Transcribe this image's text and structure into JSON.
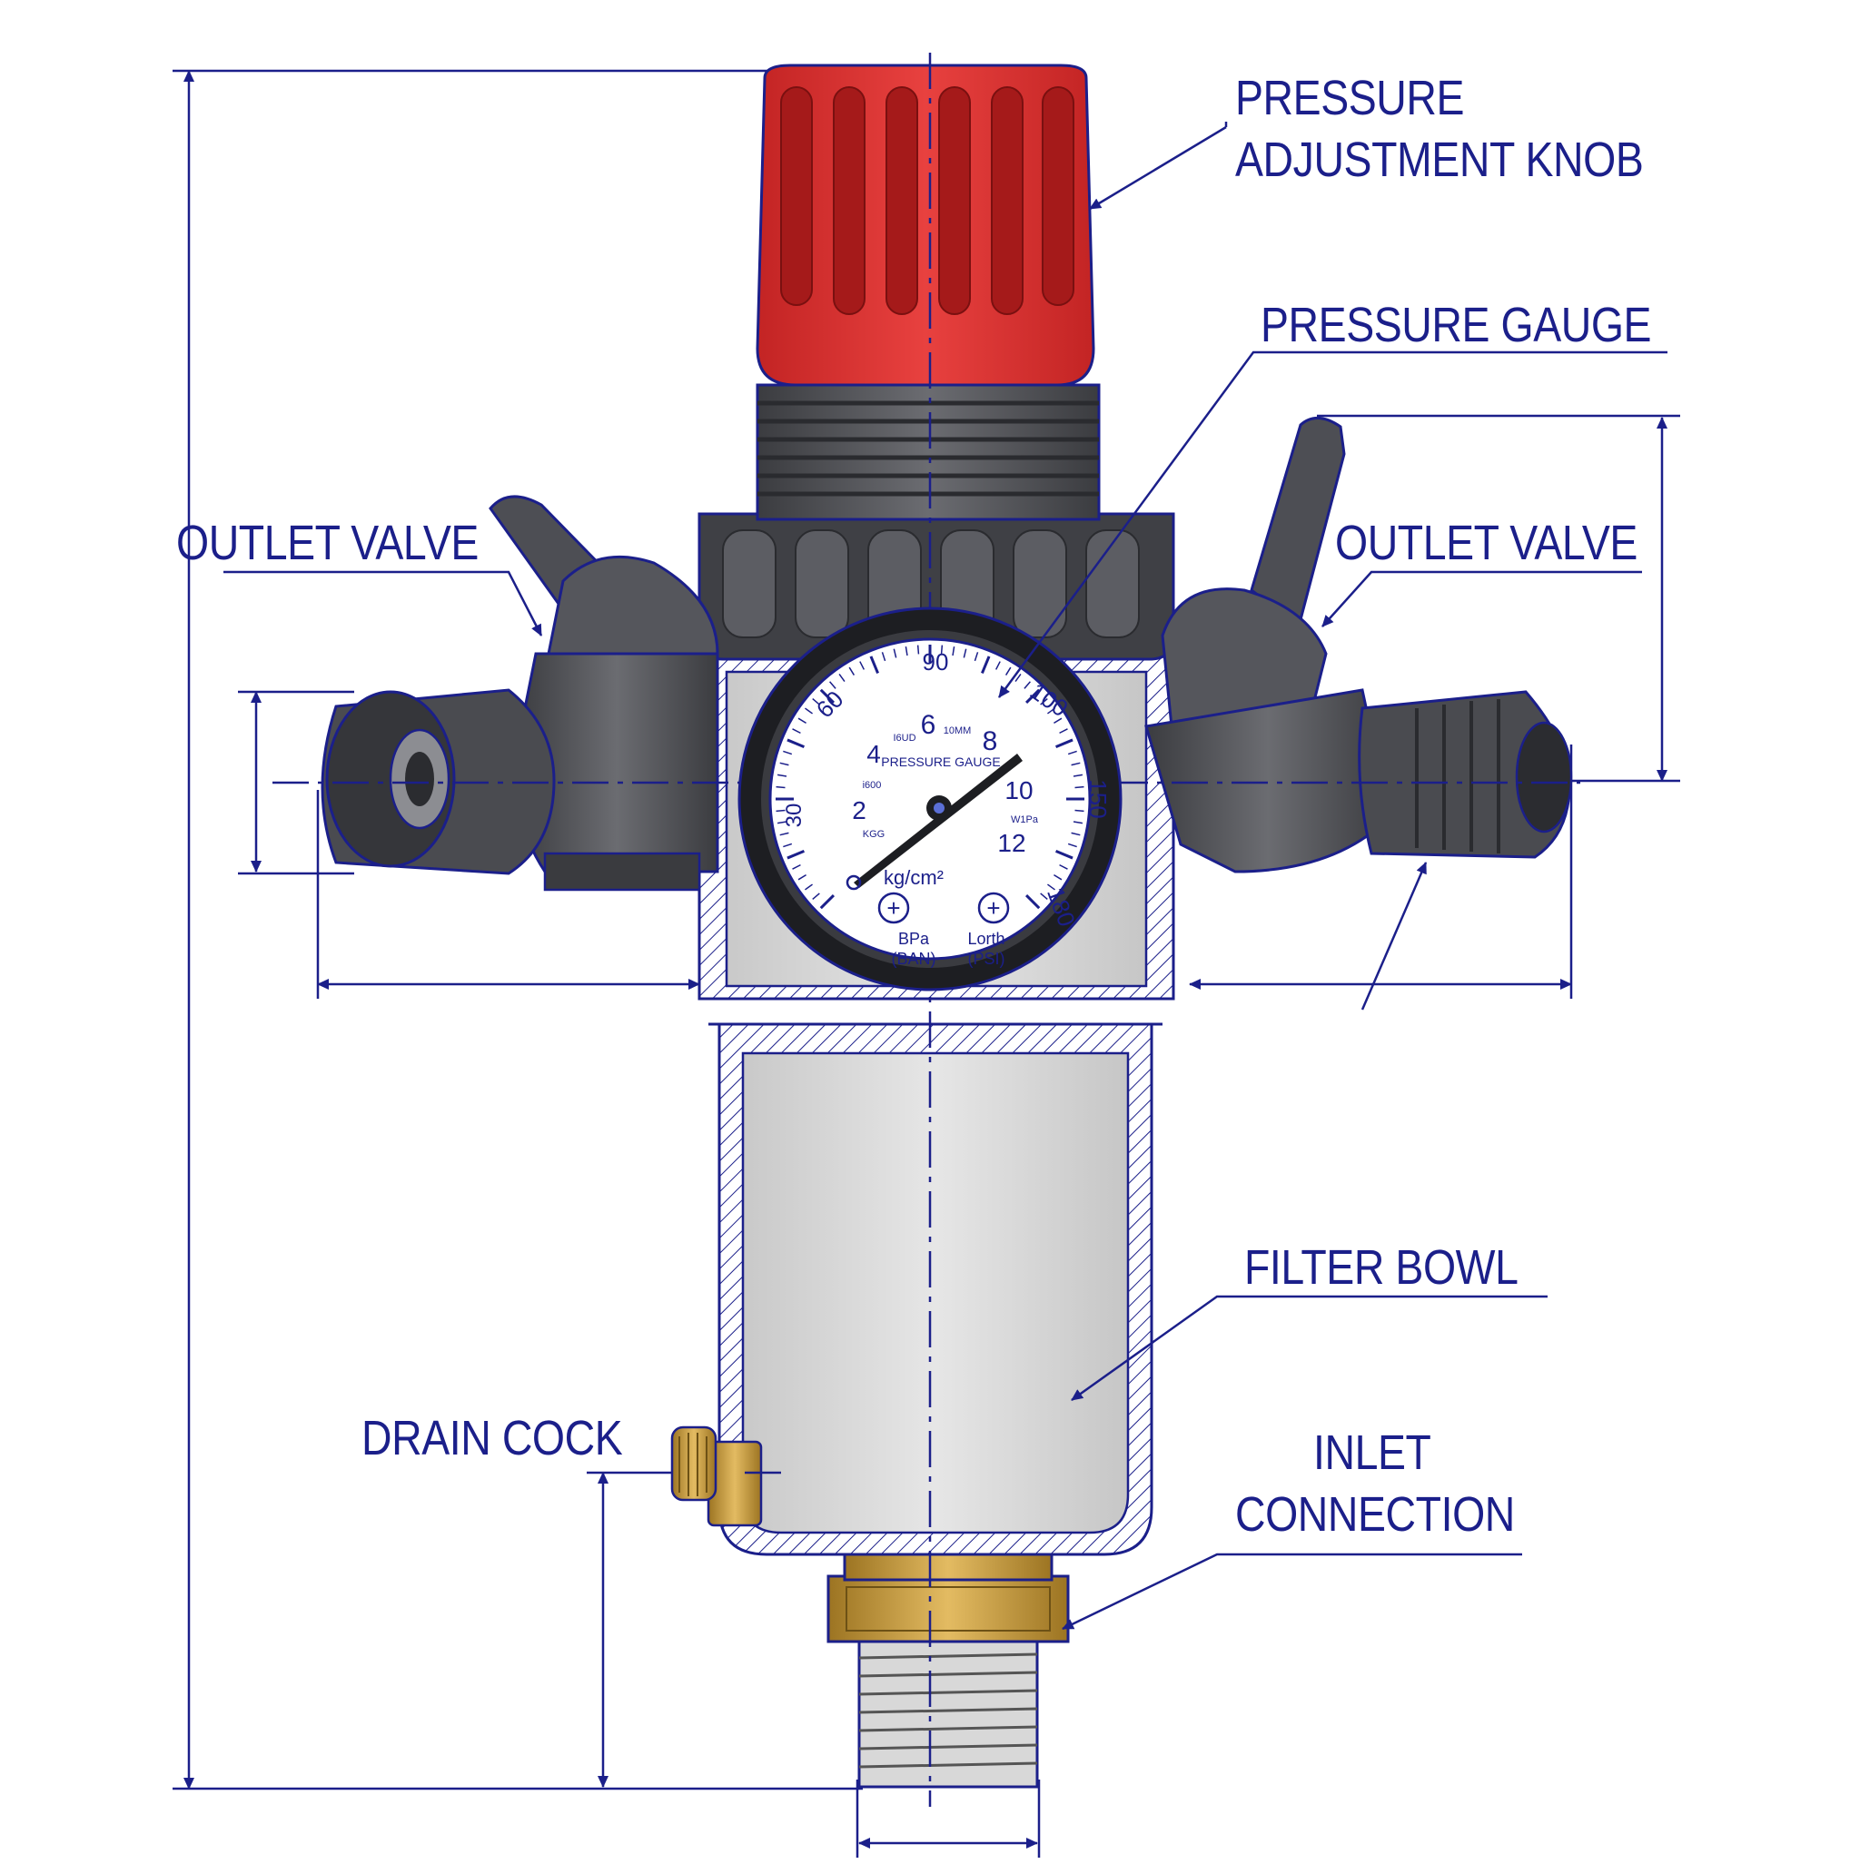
{
  "labels": {
    "pressure_adjustment_knob": [
      "PRESSURE",
      "ADJUSTMENT KNOB"
    ],
    "pressure_gauge": "PRESSURE GAUGE",
    "outlet_valve_left": "OUTLET VALVE",
    "outlet_valve_right": "OUTLET VALVE",
    "filter_bowl": "FILTER BOWL",
    "drain_cock": "DRAIN COCK",
    "inlet_connection": [
      "INLET",
      "CONNECTION"
    ]
  },
  "gauge": {
    "title": "PRESSURE GAUGE",
    "unit": "kg/cm²",
    "inner_scale": [
      "2",
      "4",
      "6",
      "8",
      "10",
      "12"
    ],
    "outer_scale": [
      "30",
      "60",
      "90",
      "100",
      "150",
      "180"
    ],
    "small_marks": [
      "i600",
      "I6UD",
      "10MM",
      "W1Pa",
      "KGG"
    ],
    "left_unit": [
      "BPa",
      "(BAN)"
    ],
    "right_unit": [
      "Lorth",
      "(PSI)"
    ],
    "plus_symbol": "+"
  },
  "colors": {
    "line": "#1b1f8a",
    "knob": "#d8302f",
    "body_dark": "#4a4b50",
    "bowl": "#dcdcdc",
    "brass": "#c99a3a"
  }
}
